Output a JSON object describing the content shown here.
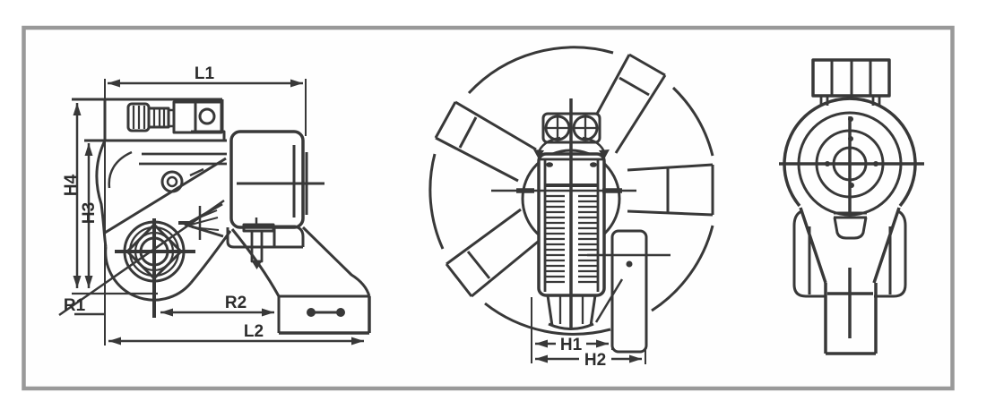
{
  "canvas": {
    "background": "#ffffff"
  },
  "frame": {
    "border_color": "#999999",
    "fill": "#fefefe"
  },
  "drawing": {
    "line_color": "#383838",
    "label_color": "#2d2d2d"
  },
  "dimension_labels": {
    "side_view": {
      "l1": "L1",
      "h4": "H4",
      "h3": "H3",
      "r1": "R1",
      "r2": "R2",
      "l2": "L2"
    },
    "top_view": {
      "h1": "H1",
      "h2": "H2"
    }
  }
}
